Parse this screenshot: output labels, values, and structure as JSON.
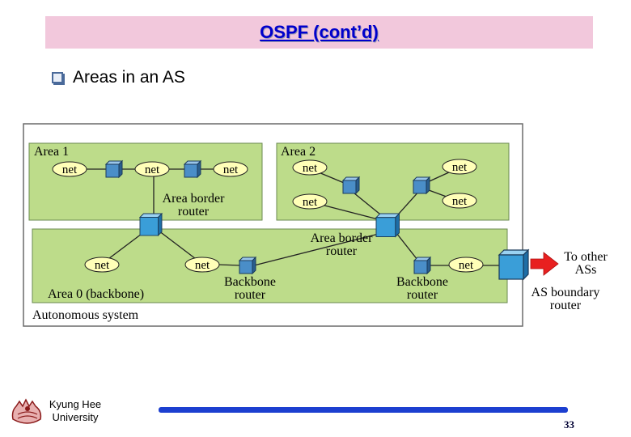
{
  "slide": {
    "title": "OSPF (cont’d)",
    "bullet": "Areas in an AS",
    "page_number": "33",
    "university": "Kyung Hee University"
  },
  "diagram": {
    "as_label": "Autonomous system",
    "area1": {
      "label": "Area 1",
      "net_labels": [
        "net",
        "net",
        "net"
      ],
      "abr_label": [
        "Area border",
        "router"
      ]
    },
    "area2": {
      "label": "Area 2",
      "net_labels": [
        "net",
        "net",
        "net",
        "net"
      ]
    },
    "area0": {
      "label": "Area 0 (backbone)",
      "net_labels": [
        "net",
        "net",
        "net"
      ],
      "abr_label": [
        "Area border",
        "router"
      ],
      "backbone1_label": [
        "Backbone",
        "router"
      ],
      "backbone2_label": [
        "Backbone",
        "router"
      ]
    },
    "asbr_label": [
      "AS boundary",
      "router"
    ],
    "other_as_label": [
      "To other",
      "ASs"
    ],
    "colors": {
      "area_fill": "#bddc8a",
      "area_border": "#6a8a50",
      "router_fill": "#4a8ec8",
      "asbr_fill": "#3a9ed8",
      "arrow": "#e82020",
      "title_bg": "#f2c8dc",
      "title_text": "#0000cc"
    }
  }
}
